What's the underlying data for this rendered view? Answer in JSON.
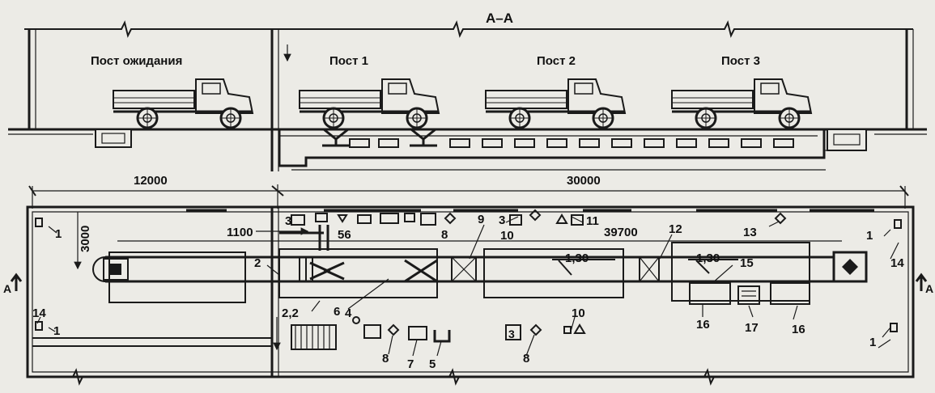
{
  "section_title": "А–А",
  "posts": {
    "waiting": "Пост ожидания",
    "post1": "Пост 1",
    "post2": "Пост 2",
    "post3": "Пост 3"
  },
  "dimensions": {
    "width_left": "12000",
    "width_right": "30000",
    "depth": "3000",
    "d1100": "1100",
    "d39700": "39700",
    "pitch_a": "1,30",
    "pitch_b": "1,30",
    "d22": "2,2"
  },
  "section_marks": {
    "left": "А",
    "right": "А"
  },
  "callouts": {
    "n1_tl": "1",
    "n1_ml": "1",
    "n1_tr": "1",
    "n1_br": "1",
    "n2": "2",
    "n3_a": "3",
    "n3_b": "3",
    "n3_c": "3",
    "n4": "4",
    "n5": "5",
    "n56": "56",
    "n6": "6",
    "n7": "7",
    "n8_a": "8",
    "n8_b": "8",
    "n8_c": "8",
    "n9": "9",
    "n10_a": "10",
    "n10_b": "10",
    "n11": "11",
    "n12": "12",
    "n13": "13",
    "n14_l": "14",
    "n14_r": "14",
    "n15": "15",
    "n16_a": "16",
    "n16_b": "16",
    "n17": "17"
  }
}
